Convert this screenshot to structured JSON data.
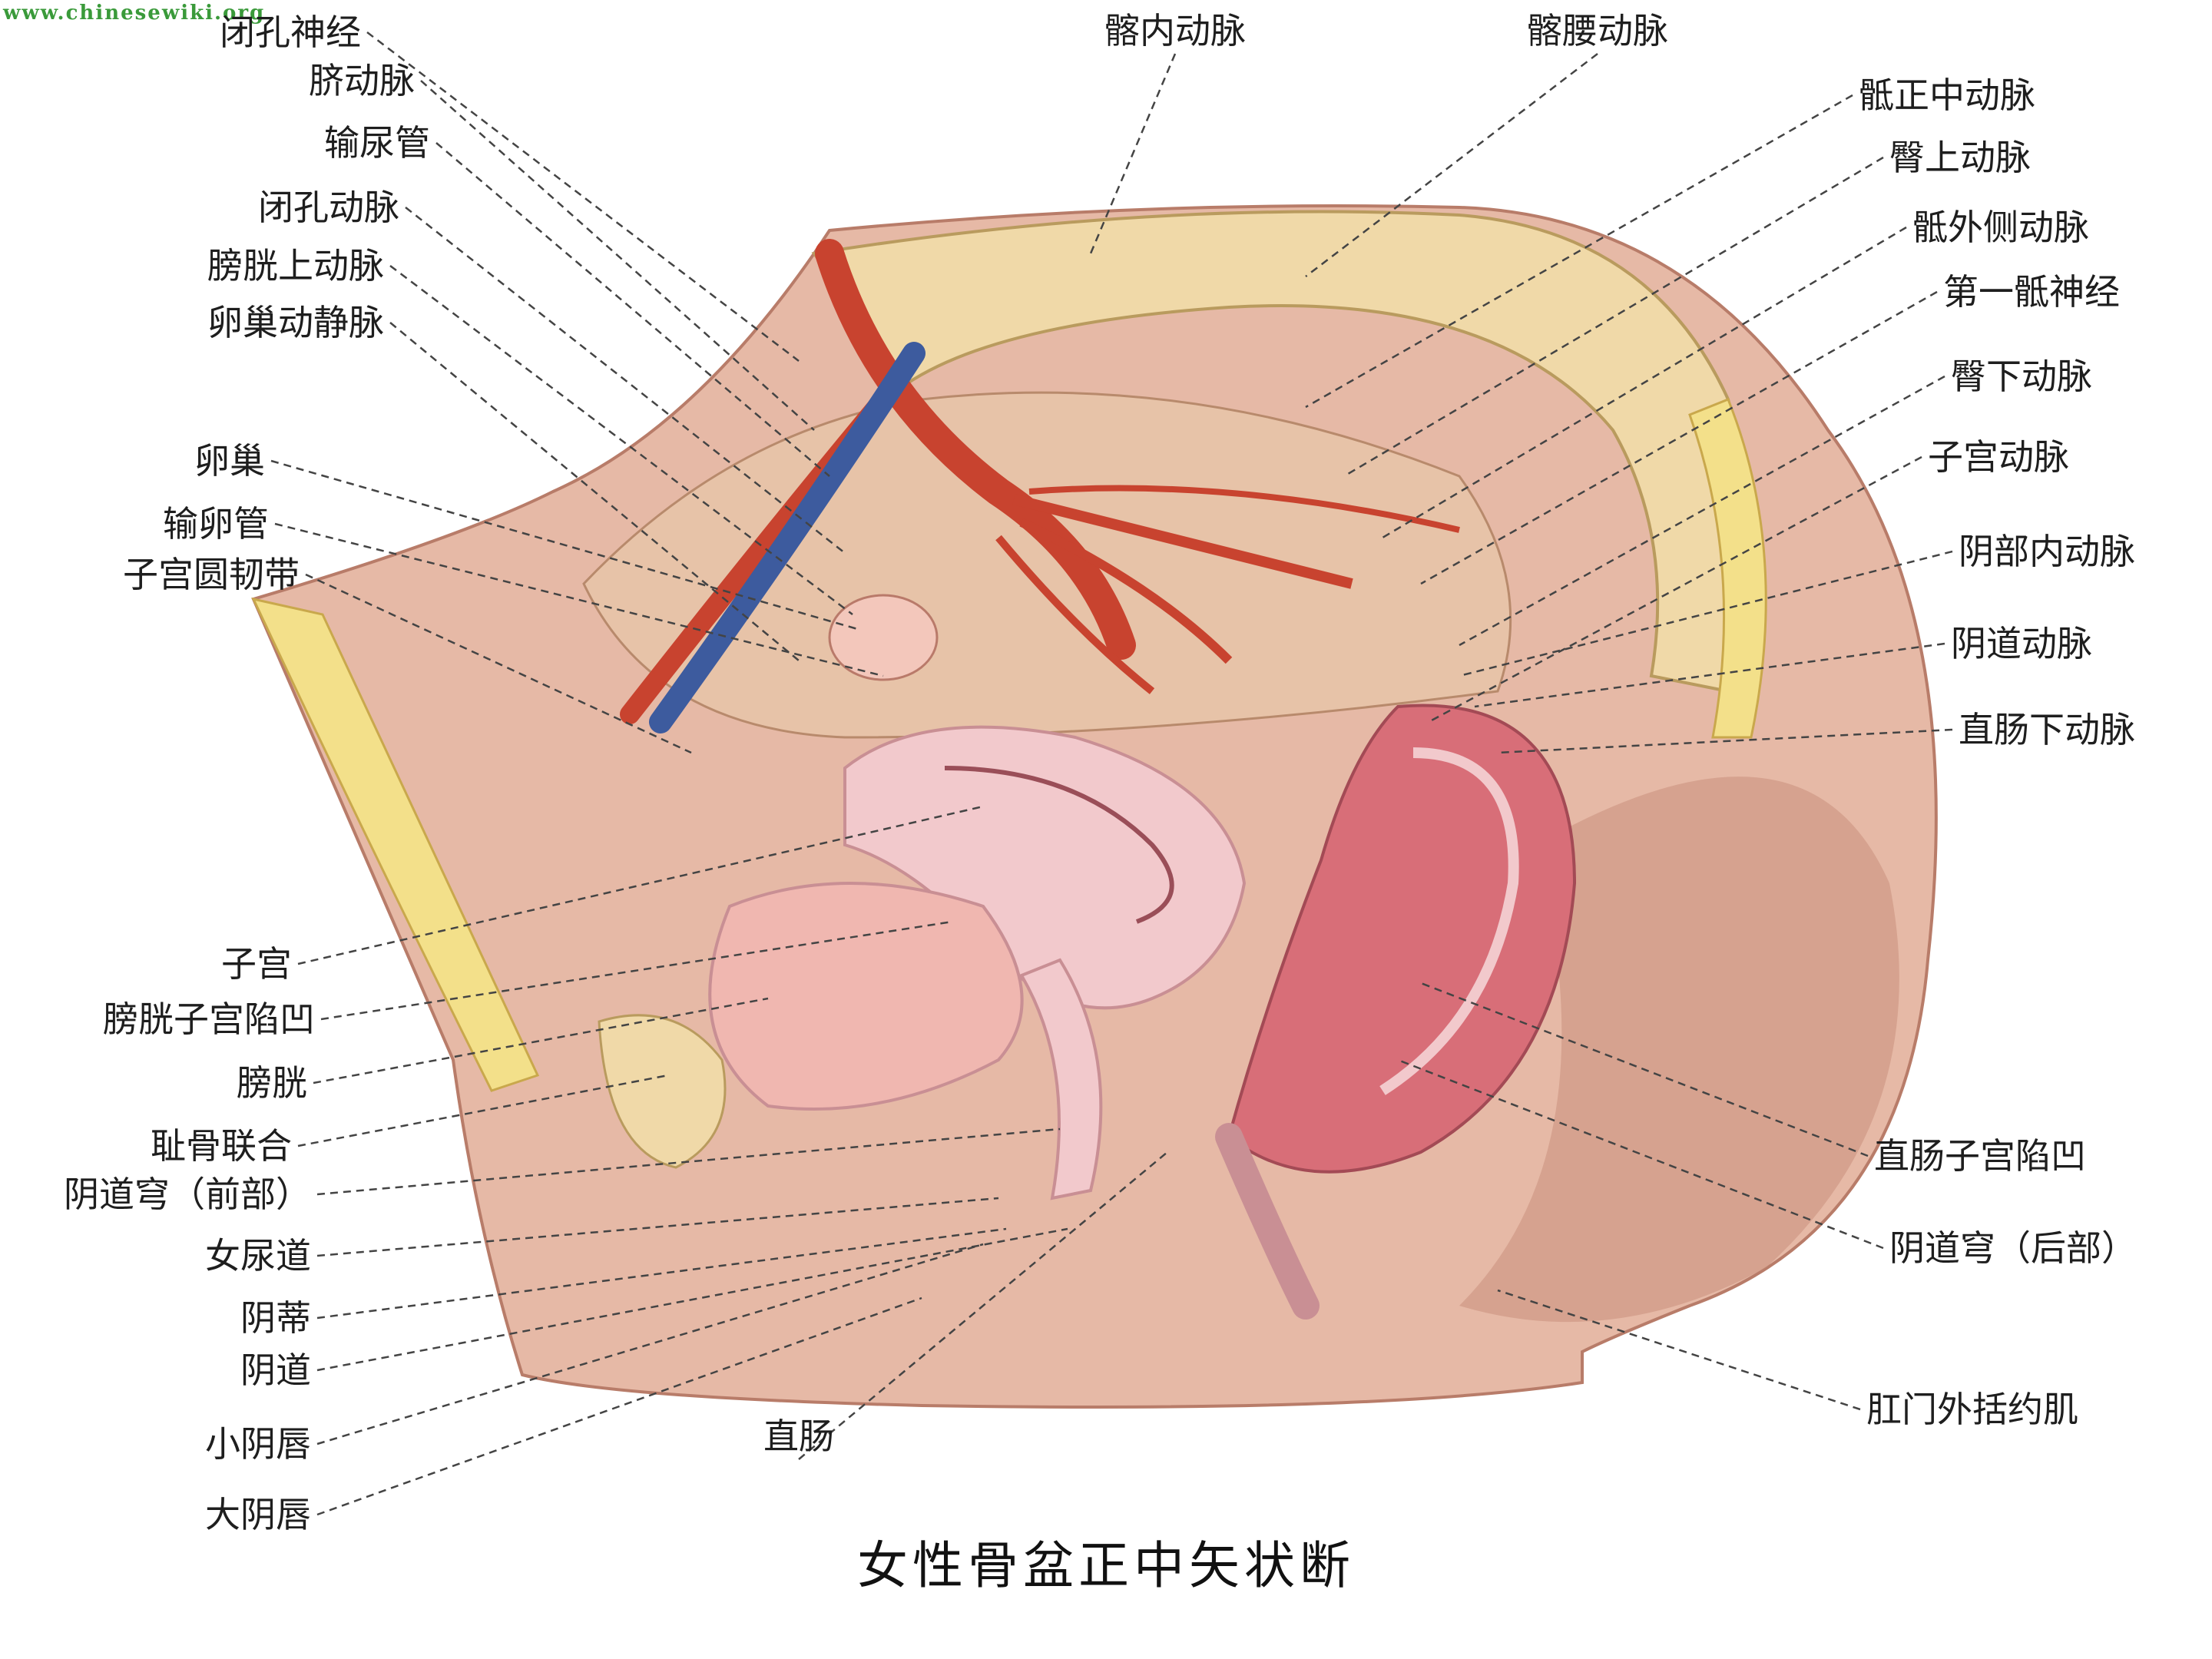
{
  "watermark": "www.chinesewiki.org",
  "caption": "女性骨盆正中矢状断",
  "labels_left": [
    "闭孔神经",
    "脐动脉",
    "输尿管",
    "闭孔动脉",
    "膀胱上动脉",
    "卵巢动静脉",
    "卵巢",
    "输卵管",
    "子宫圆韧带",
    "子宫",
    "膀胱子宫陷凹",
    "膀胱",
    "耻骨联合",
    "阴道穹（前部）",
    "女尿道",
    "阴蒂",
    "阴道",
    "小阴唇",
    "大阴唇"
  ],
  "labels_top": [
    "髂内动脉",
    "髂腰动脉"
  ],
  "labels_right": [
    "骶正中动脉",
    "臀上动脉",
    "骶外侧动脉",
    "第一骶神经",
    "臀下动脉",
    "子宫动脉",
    "阴部内动脉",
    "阴道动脉",
    "直肠下动脉",
    "直肠子宫陷凹",
    "阴道穹（后部）",
    "肛门外括约肌"
  ],
  "labels_bottom": [
    "直肠"
  ],
  "colors": {
    "skin": "#e9bfae",
    "skin_dark": "#c98f7b",
    "bone": "#f0d9a8",
    "fat": "#f3e08a",
    "artery": "#c8432f",
    "vein": "#3d5b9e",
    "organ_pink": "#f2c9cc",
    "rectum": "#d86e78",
    "leader": "#444444"
  }
}
